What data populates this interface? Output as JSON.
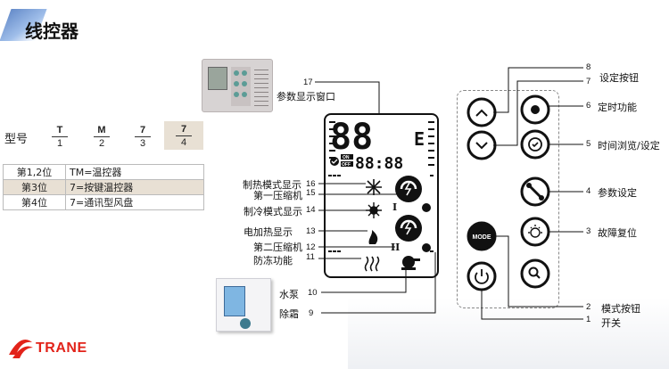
{
  "page": {
    "title": "线控器"
  },
  "model": {
    "label": "型号",
    "codes": [
      {
        "code": "T",
        "index": "1",
        "highlight": false
      },
      {
        "code": "M",
        "index": "2",
        "highlight": false
      },
      {
        "code": "7",
        "index": "3",
        "highlight": false
      },
      {
        "code": "7",
        "index": "4",
        "highlight": true
      }
    ]
  },
  "spec_table": [
    {
      "key": "第1,2位",
      "value": "TM=温控器",
      "highlight": false
    },
    {
      "key": "第3位",
      "value": "7=按键温控器",
      "highlight": true
    },
    {
      "key": "第4位",
      "value": "7=通讯型风盘",
      "highlight": false
    }
  ],
  "lcd": {
    "digits_big": "88",
    "unit": "E",
    "digits_small": "88:88",
    "on_label": "ON",
    "off_label": "OFF",
    "stage_1": "I",
    "stage_2": "II"
  },
  "callouts_left": [
    {
      "num": "17",
      "text": "参数显示窗口"
    },
    {
      "num": "16",
      "text": "制热模式显示"
    },
    {
      "num": "15",
      "text": "第一压缩机"
    },
    {
      "num": "14",
      "text": "制冷模式显示"
    },
    {
      "num": "13",
      "text": "电加热显示"
    },
    {
      "num": "12",
      "text": "第二压缩机"
    },
    {
      "num": "11",
      "text": "防冻功能"
    },
    {
      "num": "10",
      "text": "水泵"
    },
    {
      "num": "9",
      "text": "除霜"
    }
  ],
  "callouts_right": [
    {
      "num": "8",
      "text": "设定按钮"
    },
    {
      "num": "7",
      "text": ""
    },
    {
      "num": "6",
      "text": "定时功能"
    },
    {
      "num": "5",
      "text": "时间浏览/设定"
    },
    {
      "num": "4",
      "text": "参数设定"
    },
    {
      "num": "3",
      "text": "故障复位"
    },
    {
      "num": "2",
      "text": "模式按钮"
    },
    {
      "num": "1",
      "text": "开关"
    }
  ],
  "keypad": {
    "mode_label": "MODE"
  },
  "brand": {
    "name": "TRANE",
    "color": "#e2231a"
  }
}
